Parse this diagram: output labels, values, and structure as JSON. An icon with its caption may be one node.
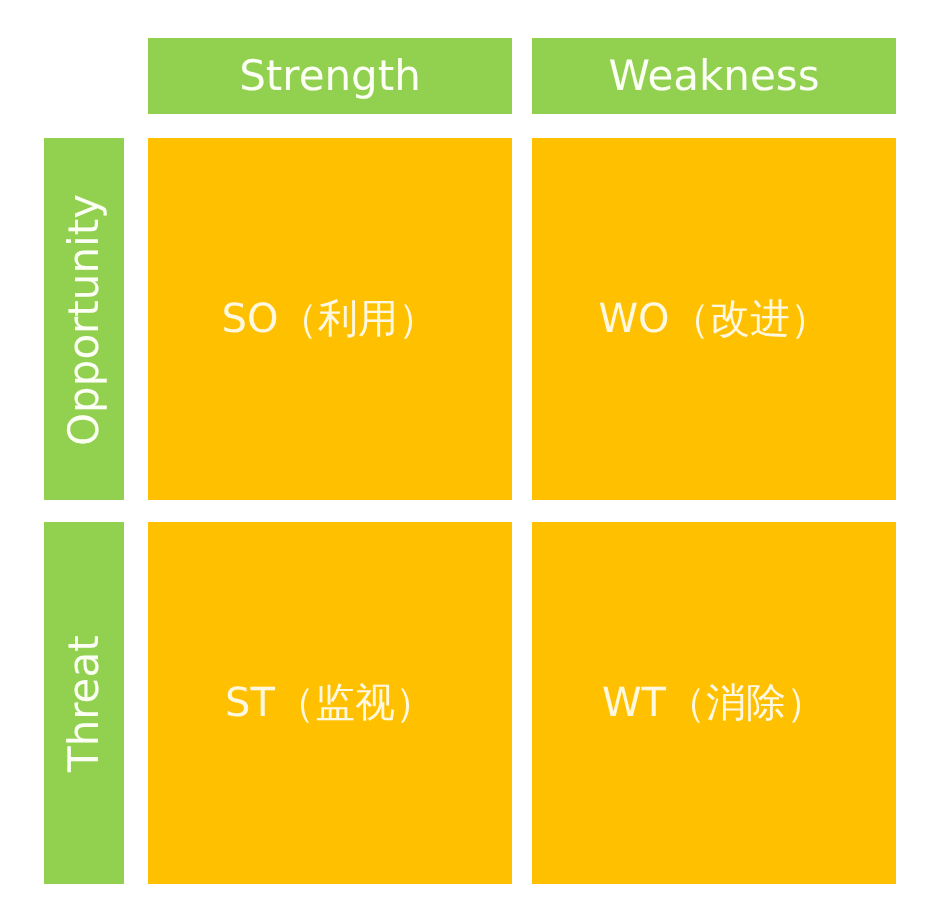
{
  "diagram": {
    "nodes": [
      {
        "text": [
          "Strength"
        ]
      },
      {
        "text": [
          "Weakness"
        ]
      },
      {
        "text": [
          "Opportunity"
        ]
      },
      {
        "text": [
          "SO（利用）"
        ]
      },
      {
        "text": [
          "WO（改进）"
        ]
      },
      {
        "text": [
          "Threat"
        ]
      },
      {
        "text": [
          "ST（监视）"
        ]
      },
      {
        "text": [
          "WT（消除）"
        ]
      }
    ]
  }
}
